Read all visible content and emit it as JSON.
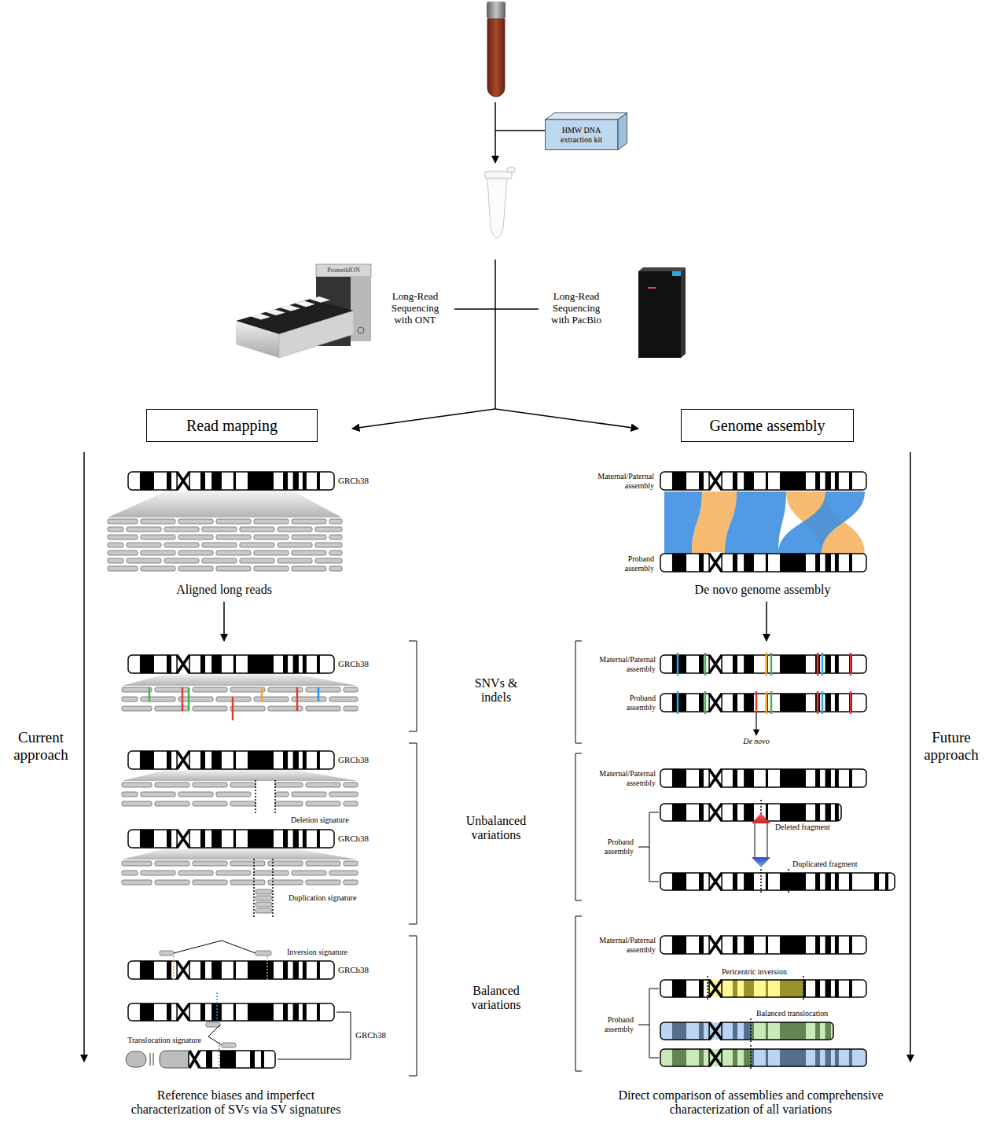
{
  "diagram": {
    "nodes": [
      {
        "text": [
          "HMW DNA extraction kit"
        ]
      },
      {
        "text": [
          "Read mapping"
        ]
      },
      {
        "text": [
          "Genome assembly"
        ]
      }
    ],
    "labels": [
      "PromethION",
      "Long-Read Sequencing with ONT",
      "Long-Read Sequencing with PacBio",
      "GRCh38",
      "Aligned long reads",
      "GRCh38",
      "SNVs & indels",
      "GRCh38",
      "Deletion signature",
      "GRCh38",
      "Duplication signature",
      "Unbalanced variations",
      "Inversion signature",
      "GRCh38",
      "Translocation signature",
      "GRCh38",
      "Balanced variations",
      "Current approach",
      "Future approach",
      "Maternal/Paternal assembly",
      "Proband assembly",
      "De novo genome assembly",
      "Maternal/Paternal assembly",
      "Proband assembly",
      "De novo",
      "Maternal/Paternal assembly",
      "Proband assembly",
      "Deleted fragment",
      "Duplicated fragment",
      "Maternal/Paternal assembly",
      "Pericentric inversion",
      "Balanced translocation",
      "Proband assembly",
      "Reference biases and imperfect characterization of SVs via SV signatures",
      "Direct comparison of assemblies and comprehensive characterization of all variations"
    ]
  }
}
